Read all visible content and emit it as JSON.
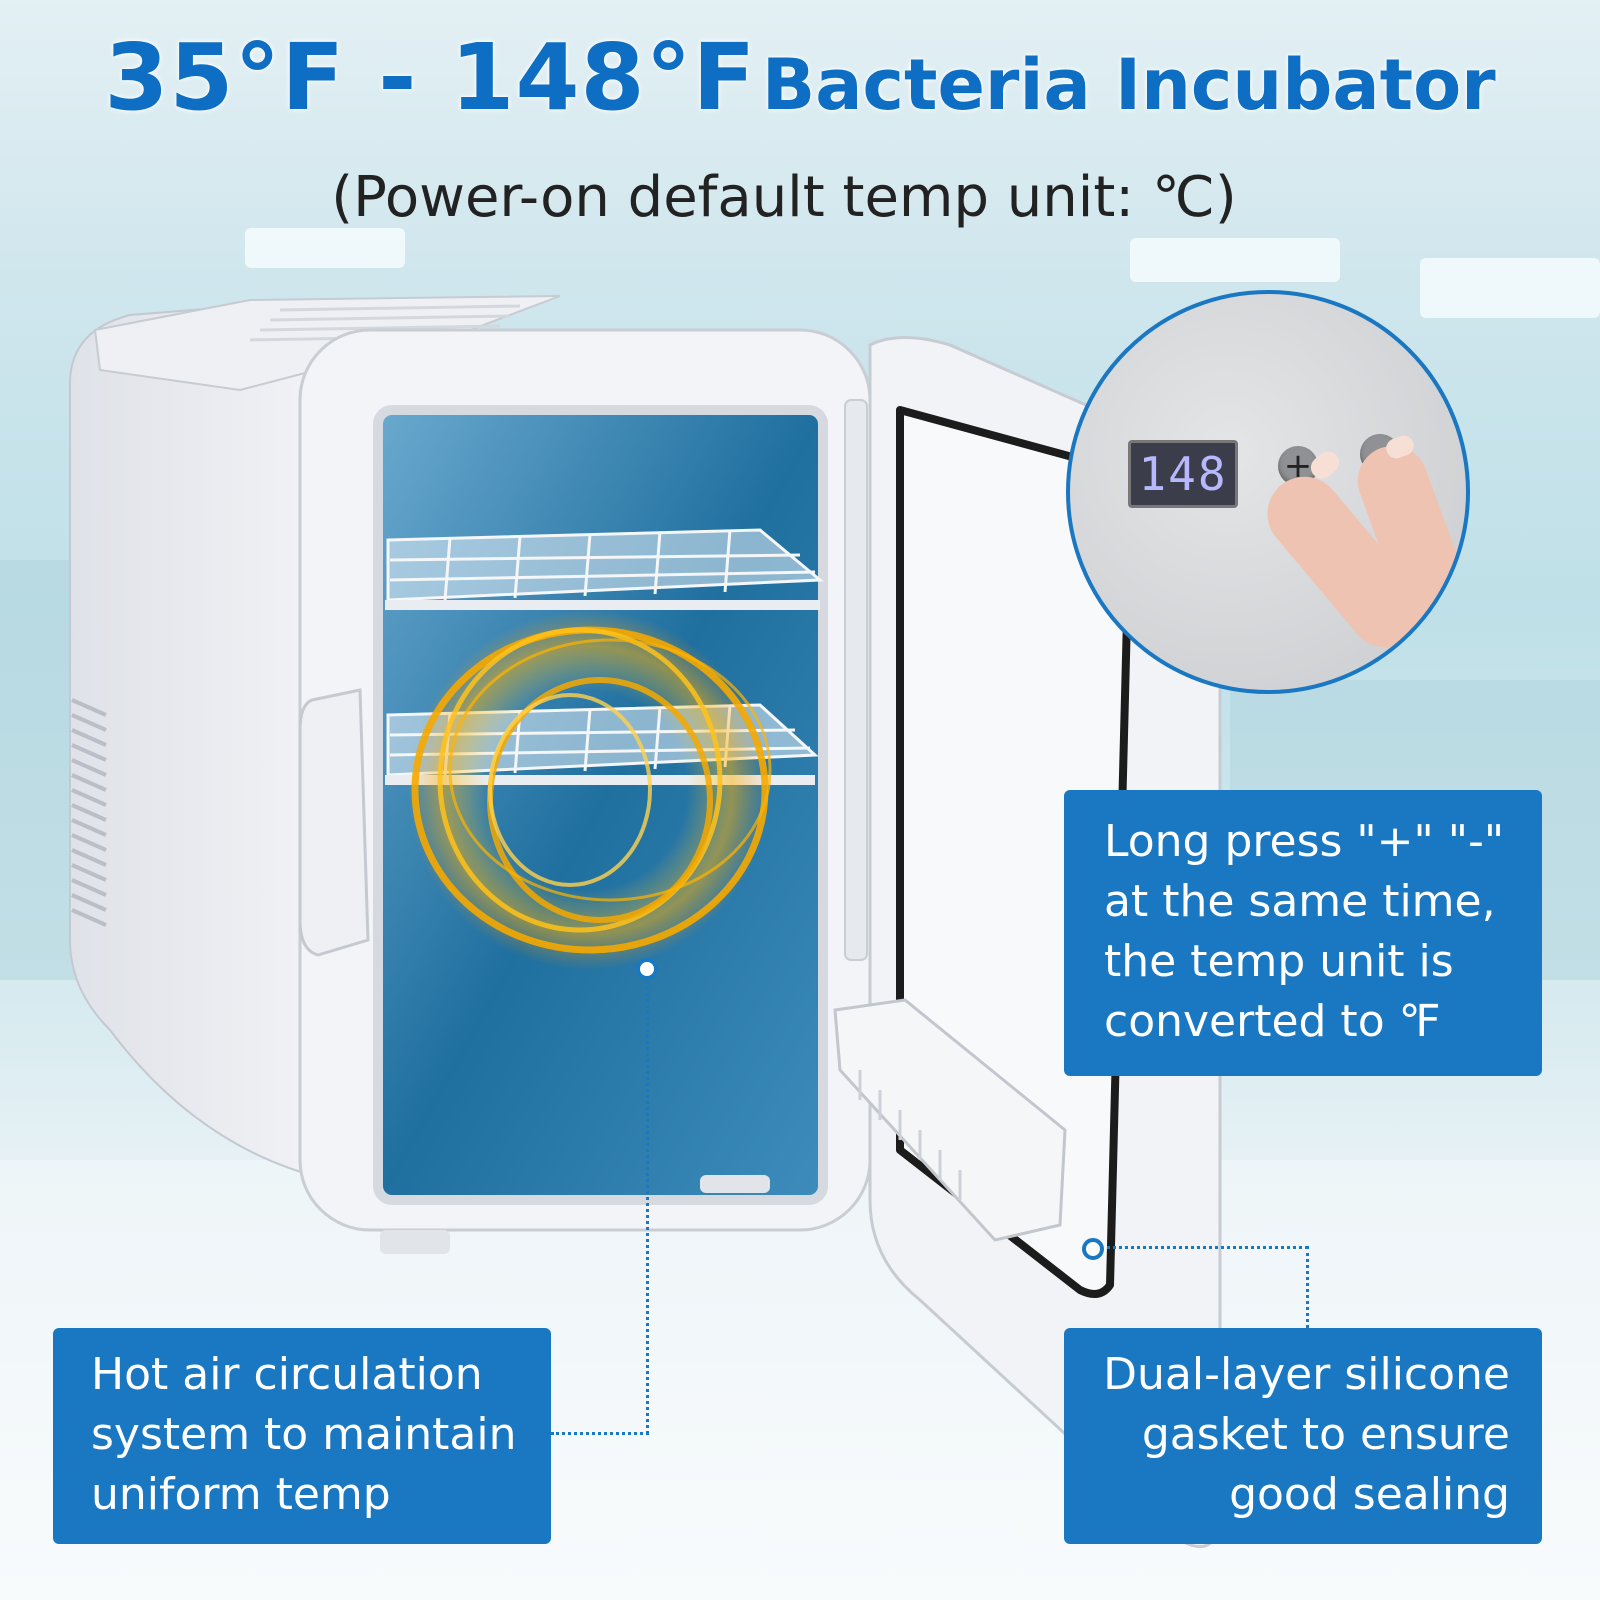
{
  "title": {
    "range": "35°F - 148°F",
    "product": "Bacteria Incubator"
  },
  "subtitle": "(Power-on default temp unit: ℃)",
  "control_panel": {
    "display_value": "148",
    "plus_label": "+",
    "minus_label": "-"
  },
  "callouts": {
    "unit_switch": [
      "Long press \"+\" \"-\"",
      "at the same time,",
      "the temp unit is",
      "converted to ℉"
    ],
    "hot_air": [
      "Hot air circulation",
      "system to maintain",
      "uniform temp"
    ],
    "gasket": [
      "Dual-layer silicone",
      "gasket to ensure",
      "good sealing"
    ]
  },
  "colors": {
    "accent": "#1a77c2",
    "title": "#0d6ec3",
    "heat_ring": "#f5a800"
  }
}
